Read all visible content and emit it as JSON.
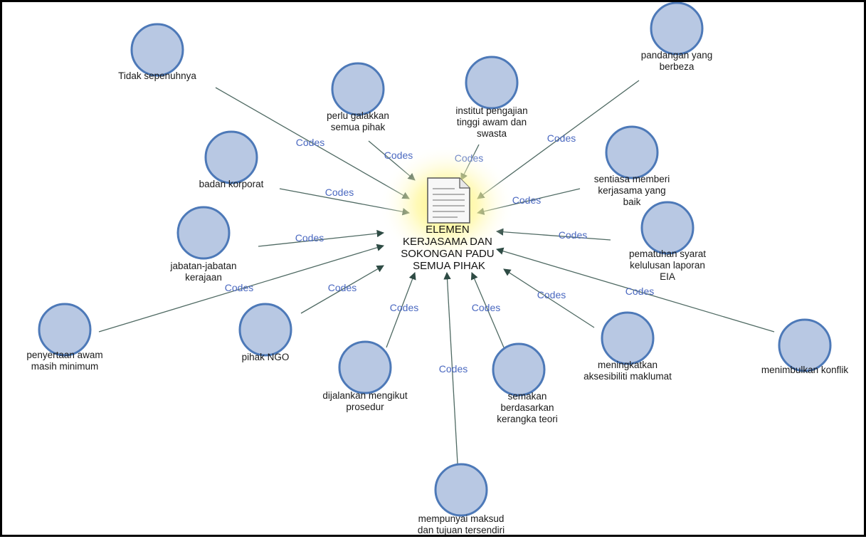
{
  "center": {
    "label_lines": [
      "ELEMEN",
      "KERJASAMA DAN",
      "SOKONGAN PADU",
      "SEMUA PIHAK"
    ],
    "icon": "document-icon"
  },
  "edge_label": "Codes",
  "nodes": [
    {
      "id": "tidak-sepenuhnya",
      "label_lines": [
        "Tidak sepenuhnya"
      ]
    },
    {
      "id": "perlu-galakkan",
      "label_lines": [
        "perlu galakkan",
        "semua pihak"
      ]
    },
    {
      "id": "institut-pengajian",
      "label_lines": [
        "institut pengajian",
        "tinggi awam dan",
        "swasta"
      ]
    },
    {
      "id": "pandangan-berbeza",
      "label_lines": [
        "pandangan yang",
        "berbeza"
      ]
    },
    {
      "id": "badan-korporat",
      "label_lines": [
        "badan korporat"
      ]
    },
    {
      "id": "sentiasa-memberi",
      "label_lines": [
        "sentiasa memberi",
        "kerjasama yang",
        "baik"
      ]
    },
    {
      "id": "jabatan-kerajaan",
      "label_lines": [
        "jabatan-jabatan",
        "kerajaan"
      ]
    },
    {
      "id": "pematuhan-syarat",
      "label_lines": [
        "pematuhan syarat",
        "kelulusan laporan",
        "EIA"
      ]
    },
    {
      "id": "penyertaan-awam",
      "label_lines": [
        "penyertaan awam",
        "masih minimum"
      ]
    },
    {
      "id": "pihak-ngo",
      "label_lines": [
        "pihak NGO"
      ]
    },
    {
      "id": "dijalankan-prosedur",
      "label_lines": [
        "dijalankan mengikut",
        "prosedur"
      ]
    },
    {
      "id": "mempunyai-maksud",
      "label_lines": [
        "mempunyai maksud",
        "dan tujuan tersendiri"
      ]
    },
    {
      "id": "semakan-kerangka",
      "label_lines": [
        "semakan",
        "berdasarkan",
        "kerangka teori"
      ]
    },
    {
      "id": "meningkatkan-aksesibiliti",
      "label_lines": [
        "meningkatkan",
        "aksesibiliti maklumat"
      ]
    },
    {
      "id": "menimbulkan-konflik",
      "label_lines": [
        "menimbulkan konflik"
      ]
    }
  ],
  "colors": {
    "node_fill": "#b8c8e3",
    "node_stroke": "#4d79b8",
    "edge": "#4f6a63",
    "edge_label": "#4a68c0",
    "glow": "#fff36a"
  }
}
